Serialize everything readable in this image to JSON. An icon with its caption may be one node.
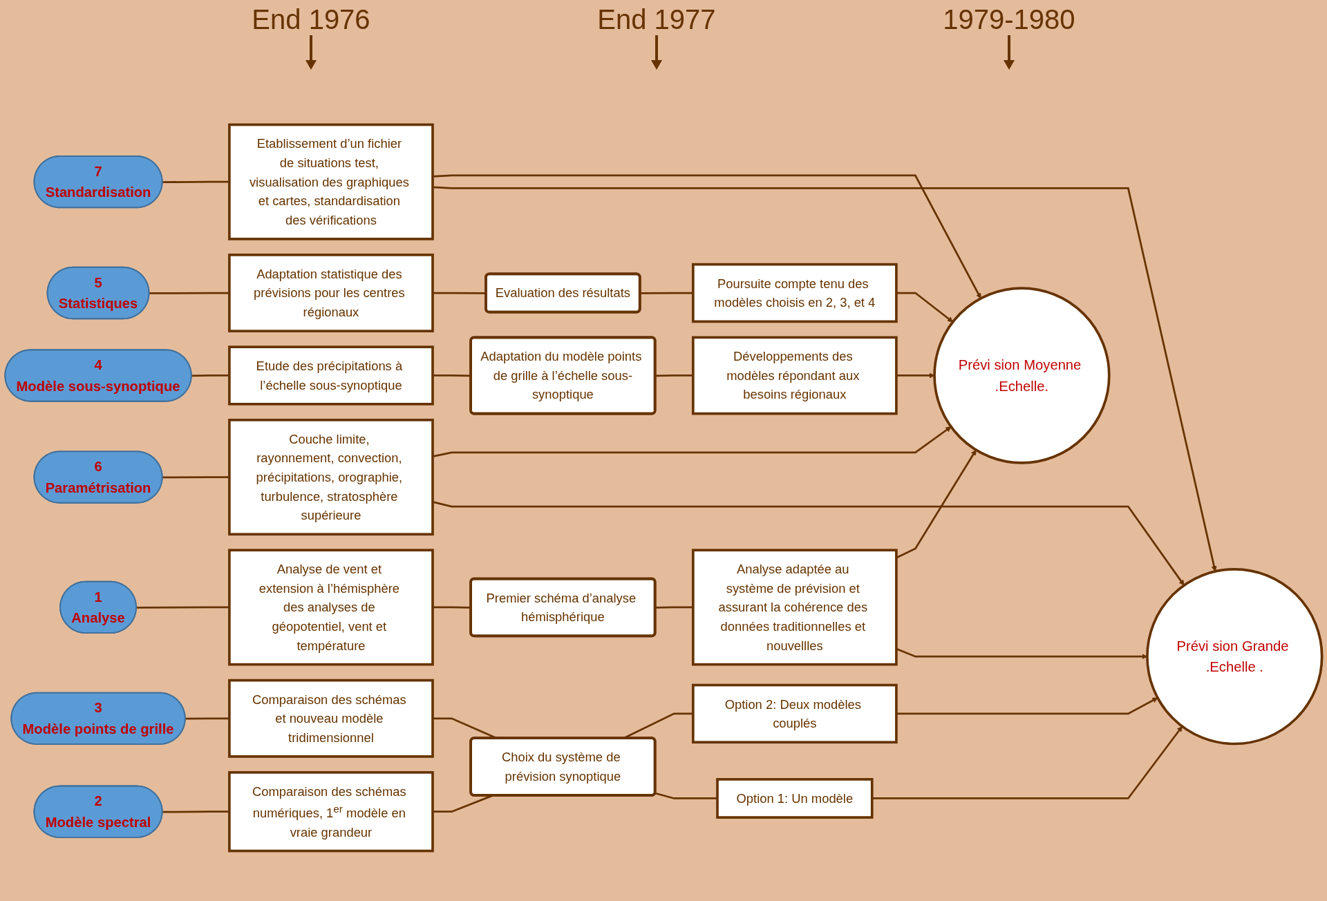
{
  "diagram": {
    "nodes": [
      {
        "text": [
          "1",
          "Analyse"
        ]
      },
      {
        "text": [
          "Analyse de vent et extension à l’hémisphère des analyses de géopotentiel, vent et température"
        ]
      },
      {
        "text": [
          "Premier schéma d’analyse hémisphérique"
        ]
      },
      {
        "text": [
          "Analyse adaptée au système de prévision et assurant la cohérence des données traditionnelles et nouvellles"
        ]
      },
      {
        "text": [
          "2",
          "Modèle spectral"
        ]
      },
      {
        "text": [
          "Comparaison des schémas numériques, 1$^{er}$ modèle en vraie grandeur"
        ]
      },
      {
        "text": [
          "3",
          "Modèle points de grille"
        ]
      },
      {
        "text": [
          "Comparaison des schémas et nouveau modèle tridimensionnel"
        ]
      },
      {
        "text": [
          "Choix du système de prévision synoptique"
        ]
      },
      {
        "text": [
          "Option 1: Un modèle"
        ]
      },
      {
        "text": [
          "Option 2: Deux modèles couplés"
        ]
      },
      {
        "text": [
          "4",
          "Modèle sous-synoptique"
        ]
      },
      {
        "text": [
          "Etude des précipitations à l’échelle sous-synoptique"
        ]
      },
      {
        "text": [
          "Adaptation du modèle points de grille à l’échelle sous-synoptique"
        ]
      },
      {
        "text": [
          "Développements des modèles répondant aux besoins régionaux"
        ]
      },
      {
        "text": [
          "5",
          "Statistiques"
        ]
      },
      {
        "text": [
          "Adaptation statistique des prévisions pour les centres régionaux"
        ]
      },
      {
        "text": [
          "Evaluation des résultats"
        ]
      },
      {
        "text": [
          "Poursuite compte tenu des modèles choisis en 2, 3, et 4"
        ]
      },
      {
        "text": [
          "6",
          "Paramétrisation"
        ]
      },
      {
        "text": [
          "Couche limite, rayonnement, convection, précipitations, orographie, turbulence, stratosphère supérieure"
        ]
      },
      {
        "text": [
          "7",
          "Standardisation"
        ]
      },
      {
        "text": [
          "Etablissement d’un fichier de situations test, visualisation des graphiques et cartes, standardisation des vérifications"
        ]
      },
      {
        "text": [
          "Prévi sion Grande .Echelle ."
        ]
      },
      {
        "text": [
          "Prévi sion Moyenne .Echelle."
        ]
      }
    ],
    "edges": [
      {
        "from": 0,
        "to": 1,
        "arrow": "none"
      },
      {
        "from": 1,
        "to": 2,
        "arrow": "none"
      },
      {
        "from": 2,
        "to": 3,
        "arrow": "none"
      },
      {
        "from": 4,
        "to": 5,
        "arrow": "none"
      },
      {
        "from": 6,
        "to": 7,
        "arrow": "none"
      },
      {
        "from": 5,
        "to": 8,
        "arrow": "none"
      },
      {
        "from": 7,
        "to": 8,
        "arrow": "none"
      },
      {
        "from": 8,
        "to": 9,
        "arrow": "none"
      },
      {
        "from": 8,
        "to": 10,
        "arrow": "none"
      },
      {
        "from": 9,
        "to": 23,
        "arrow": "to"
      },
      {
        "from": 10,
        "to": 23,
        "arrow": "to"
      },
      {
        "from": 3,
        "to": 23,
        "arrow": "to"
      },
      {
        "from": 3,
        "to": 24,
        "arrow": "to"
      },
      {
        "from": 11,
        "to": 12,
        "arrow": "none"
      },
      {
        "from": 12,
        "to": 13,
        "arrow": "none"
      },
      {
        "from": 13,
        "to": 14,
        "arrow": "none"
      },
      {
        "from": 14,
        "to": 24,
        "arrow": "to"
      },
      {
        "from": 15,
        "to": 16,
        "arrow": "none"
      },
      {
        "from": 16,
        "to": 17,
        "arrow": "none"
      },
      {
        "from": 17,
        "to": 18,
        "arrow": "none"
      },
      {
        "from": 18,
        "to": 24,
        "arrow": "to"
      },
      {
        "from": 19,
        "to": 20,
        "arrow": "none"
      },
      {
        "from": 20,
        "to": 23,
        "arrow": "to"
      },
      {
        "from": 20,
        "to": 24,
        "arrow": "to"
      },
      {
        "from": 21,
        "to": 22,
        "arrow": "none"
      },
      {
        "from": 22,
        "to": 23,
        "arrow": "to"
      },
      {
        "from": 22,
        "to": 24,
        "arrow": "to"
      }
    ],
    "labels": [
      "End 1976",
      "End 1977",
      "1979-1980"
    ]
  }
}
